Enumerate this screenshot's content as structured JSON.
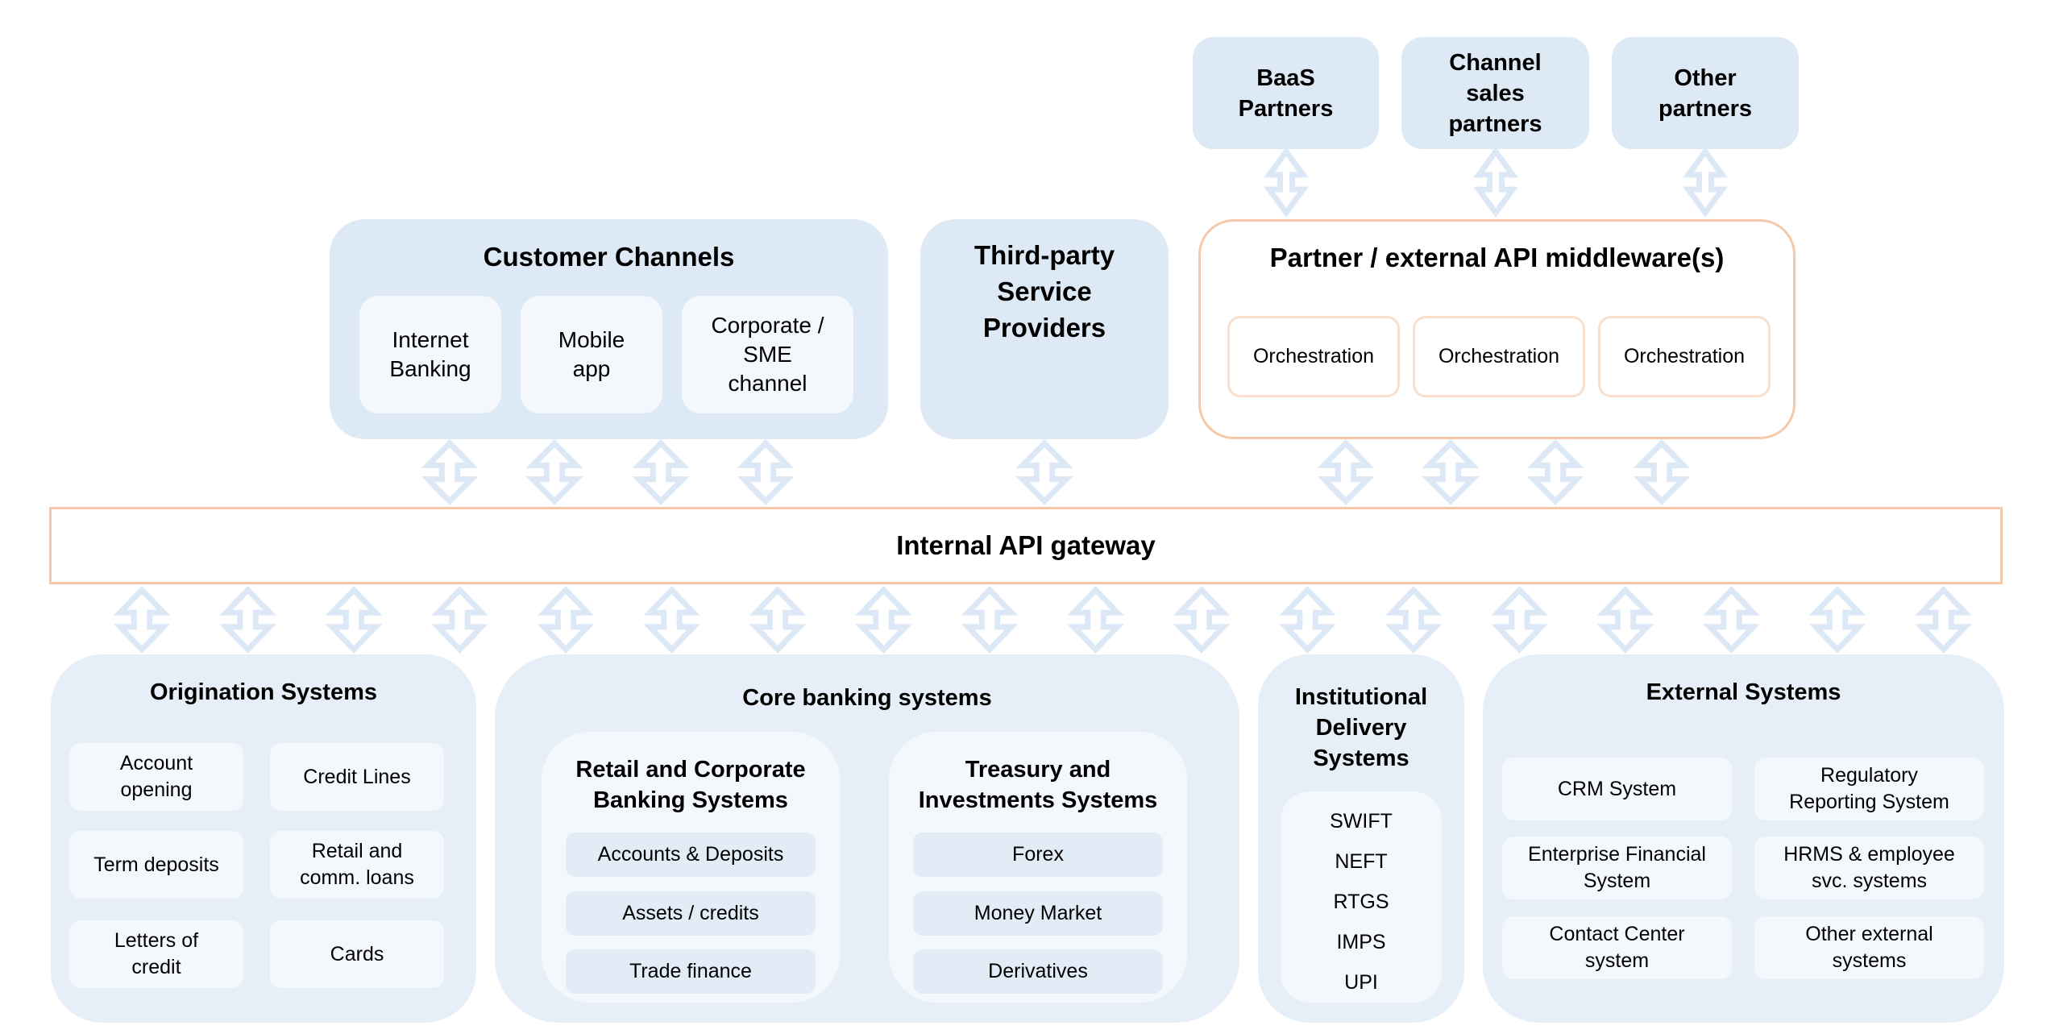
{
  "partners": [
    {
      "label": "BaaS\nPartners"
    },
    {
      "label": "Channel\nsales\npartners"
    },
    {
      "label": "Other\npartners"
    }
  ],
  "customer_channels": {
    "title": "Customer Channels",
    "items": [
      "Internet\nBanking",
      "Mobile\napp",
      "Corporate /\nSME\nchannel"
    ]
  },
  "third_party": {
    "title": "Third-party\nService\nProviders"
  },
  "middleware": {
    "title": "Partner / external API middleware(s)",
    "items": [
      "Orchestration",
      "Orchestration",
      "Orchestration"
    ]
  },
  "gateway": {
    "title": "Internal API gateway"
  },
  "origination": {
    "title": "Origination Systems",
    "items": [
      "Account\nopening",
      "Credit Lines",
      "Term deposits",
      "Retail and\ncomm. loans",
      "Letters of\ncredit",
      "Cards"
    ]
  },
  "core_banking": {
    "title": "Core banking systems",
    "retail": {
      "title": "Retail and Corporate\nBanking Systems",
      "items": [
        "Accounts & Deposits",
        "Assets / credits",
        "Trade finance"
      ]
    },
    "treasury": {
      "title": "Treasury and\nInvestments Systems",
      "items": [
        "Forex",
        "Money Market",
        "Derivatives"
      ]
    }
  },
  "institutional": {
    "title": "Institutional\nDelivery\nSystems",
    "items": [
      "SWIFT",
      "NEFT",
      "RTGS",
      "IMPS",
      "UPI"
    ]
  },
  "external": {
    "title": "External Systems",
    "items": [
      "CRM System",
      "Regulatory\nReporting System",
      "Enterprise Financial\nSystem",
      "HRMS & employee\nsvc. systems",
      "Contact Center\nsystem",
      "Other external\nsystems"
    ]
  },
  "colors": {
    "box_fill": "#dde9f5",
    "inner_fill": "#f4f8fd",
    "accent_border": "#f5c8a8",
    "arrow": "#dce8f5"
  }
}
